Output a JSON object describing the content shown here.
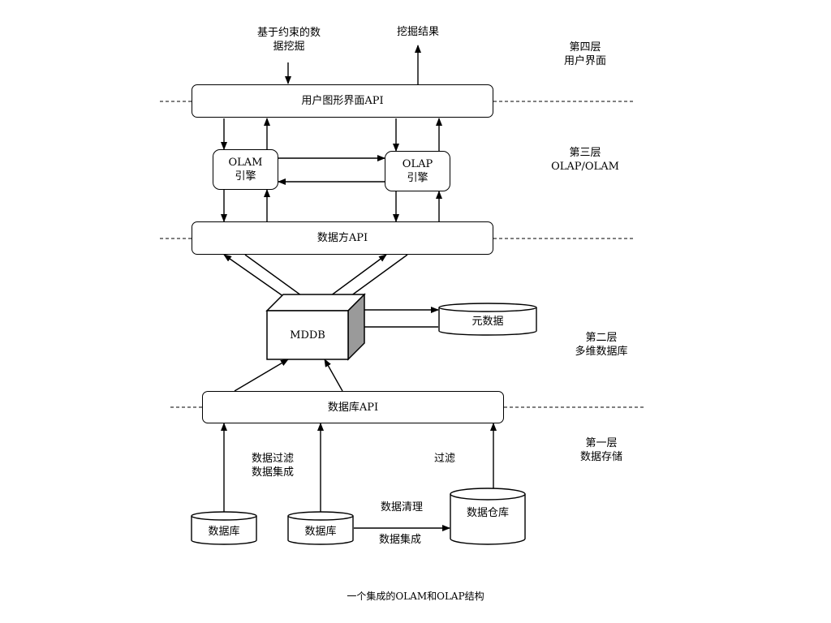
{
  "layers": [
    {
      "name": "第四层",
      "desc": "用户界面"
    },
    {
      "name": "第三层",
      "desc": "OLAP/OLAM"
    },
    {
      "name": "第二层",
      "desc": "多维数据库"
    },
    {
      "name": "第一层",
      "desc": "数据存储"
    }
  ],
  "top": {
    "input_line1": "基于约束的数",
    "input_line2": "据挖掘",
    "output": "挖掘结果"
  },
  "boxes": {
    "gui_api": "用户图形界面API",
    "olam_line1": "OLAM",
    "olam_line2": "引擎",
    "olap_line1": "OLAP",
    "olap_line2": "引擎",
    "cube_api": "数据方API",
    "mddb": "MDDB",
    "metadata": "元数据",
    "db_api": "数据库API"
  },
  "storage": {
    "db1": "数据库",
    "db2": "数据库",
    "warehouse": "数据仓库",
    "filter_integrate_line1": "数据过滤",
    "filter_integrate_line2": "数据集成",
    "filter": "过滤",
    "cleaning": "数据清理",
    "integration": "数据集成"
  },
  "caption": "一个集成的OLAM和OLAP结构"
}
